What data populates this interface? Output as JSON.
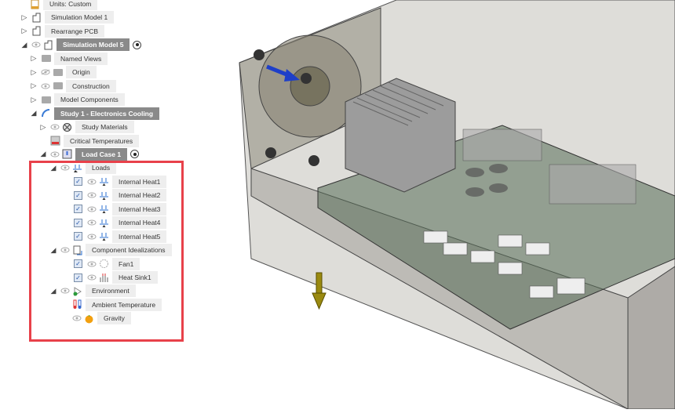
{
  "browser": {
    "items": [
      {
        "label": "Units: Custom",
        "icon": "units-icon"
      },
      {
        "label": "Simulation Model 1",
        "icon": "model-icon"
      },
      {
        "label": "Rearrange PCB",
        "icon": "model-icon"
      },
      {
        "label": "Simulation Model 5",
        "icon": "model-icon"
      },
      {
        "label": "Named Views",
        "icon": "folder-icon"
      },
      {
        "label": "Origin",
        "icon": "folder-icon"
      },
      {
        "label": "Construction",
        "icon": "folder-icon"
      },
      {
        "label": "Model Components",
        "icon": "folder-icon"
      },
      {
        "label": "Study 1 - Electronics Cooling",
        "icon": "study-icon"
      },
      {
        "label": "Study Materials",
        "icon": "materials-icon"
      },
      {
        "label": "Critical Temperatures",
        "icon": "critical-temperatures-icon"
      },
      {
        "label": "Load Case 1",
        "icon": "load-case-icon"
      },
      {
        "label": "Loads",
        "icon": "loads-icon"
      },
      {
        "label": "Internal Heat1",
        "icon": "internal-heat-icon"
      },
      {
        "label": "Internal Heat2",
        "icon": "internal-heat-icon"
      },
      {
        "label": "Internal Heat3",
        "icon": "internal-heat-icon"
      },
      {
        "label": "Internal Heat4",
        "icon": "internal-heat-icon"
      },
      {
        "label": "Internal Heat5",
        "icon": "internal-heat-icon"
      },
      {
        "label": "Component Idealizations",
        "icon": "idealizations-icon"
      },
      {
        "label": "Fan1",
        "icon": "fan-icon"
      },
      {
        "label": "Heat Sink1",
        "icon": "heat-sink-icon"
      },
      {
        "label": "Environment",
        "icon": "environment-icon"
      },
      {
        "label": "Ambient Temperature",
        "icon": "thermometer-icon"
      },
      {
        "label": "Gravity",
        "icon": "gravity-icon"
      }
    ]
  },
  "colors": {
    "highlight": "#e8414a",
    "selected": "#8a8a8a",
    "arrow_blue": "#1e3fc8",
    "arrow_gold": "#9a8a10"
  }
}
